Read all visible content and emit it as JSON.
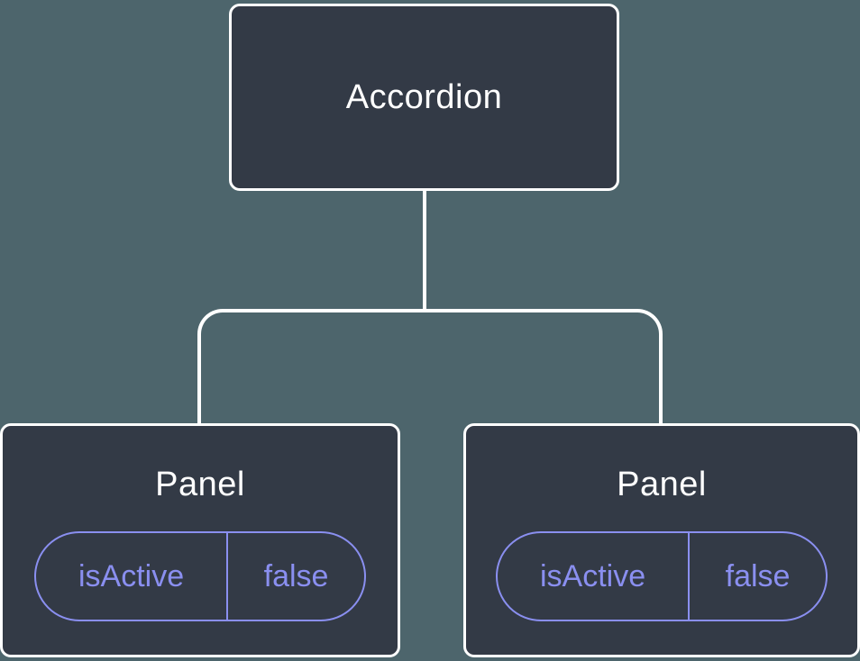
{
  "diagram": {
    "type": "component-tree",
    "colors": {
      "background": "#4d656c",
      "node_fill": "#333a46",
      "node_border": "#ffffff",
      "connector": "#ffffff",
      "state_accent": "#8a8ff0"
    },
    "root": {
      "label": "Accordion"
    },
    "children": [
      {
        "label": "Panel",
        "state": {
          "key": "isActive",
          "value": "false"
        }
      },
      {
        "label": "Panel",
        "state": {
          "key": "isActive",
          "value": "false"
        }
      }
    ]
  }
}
